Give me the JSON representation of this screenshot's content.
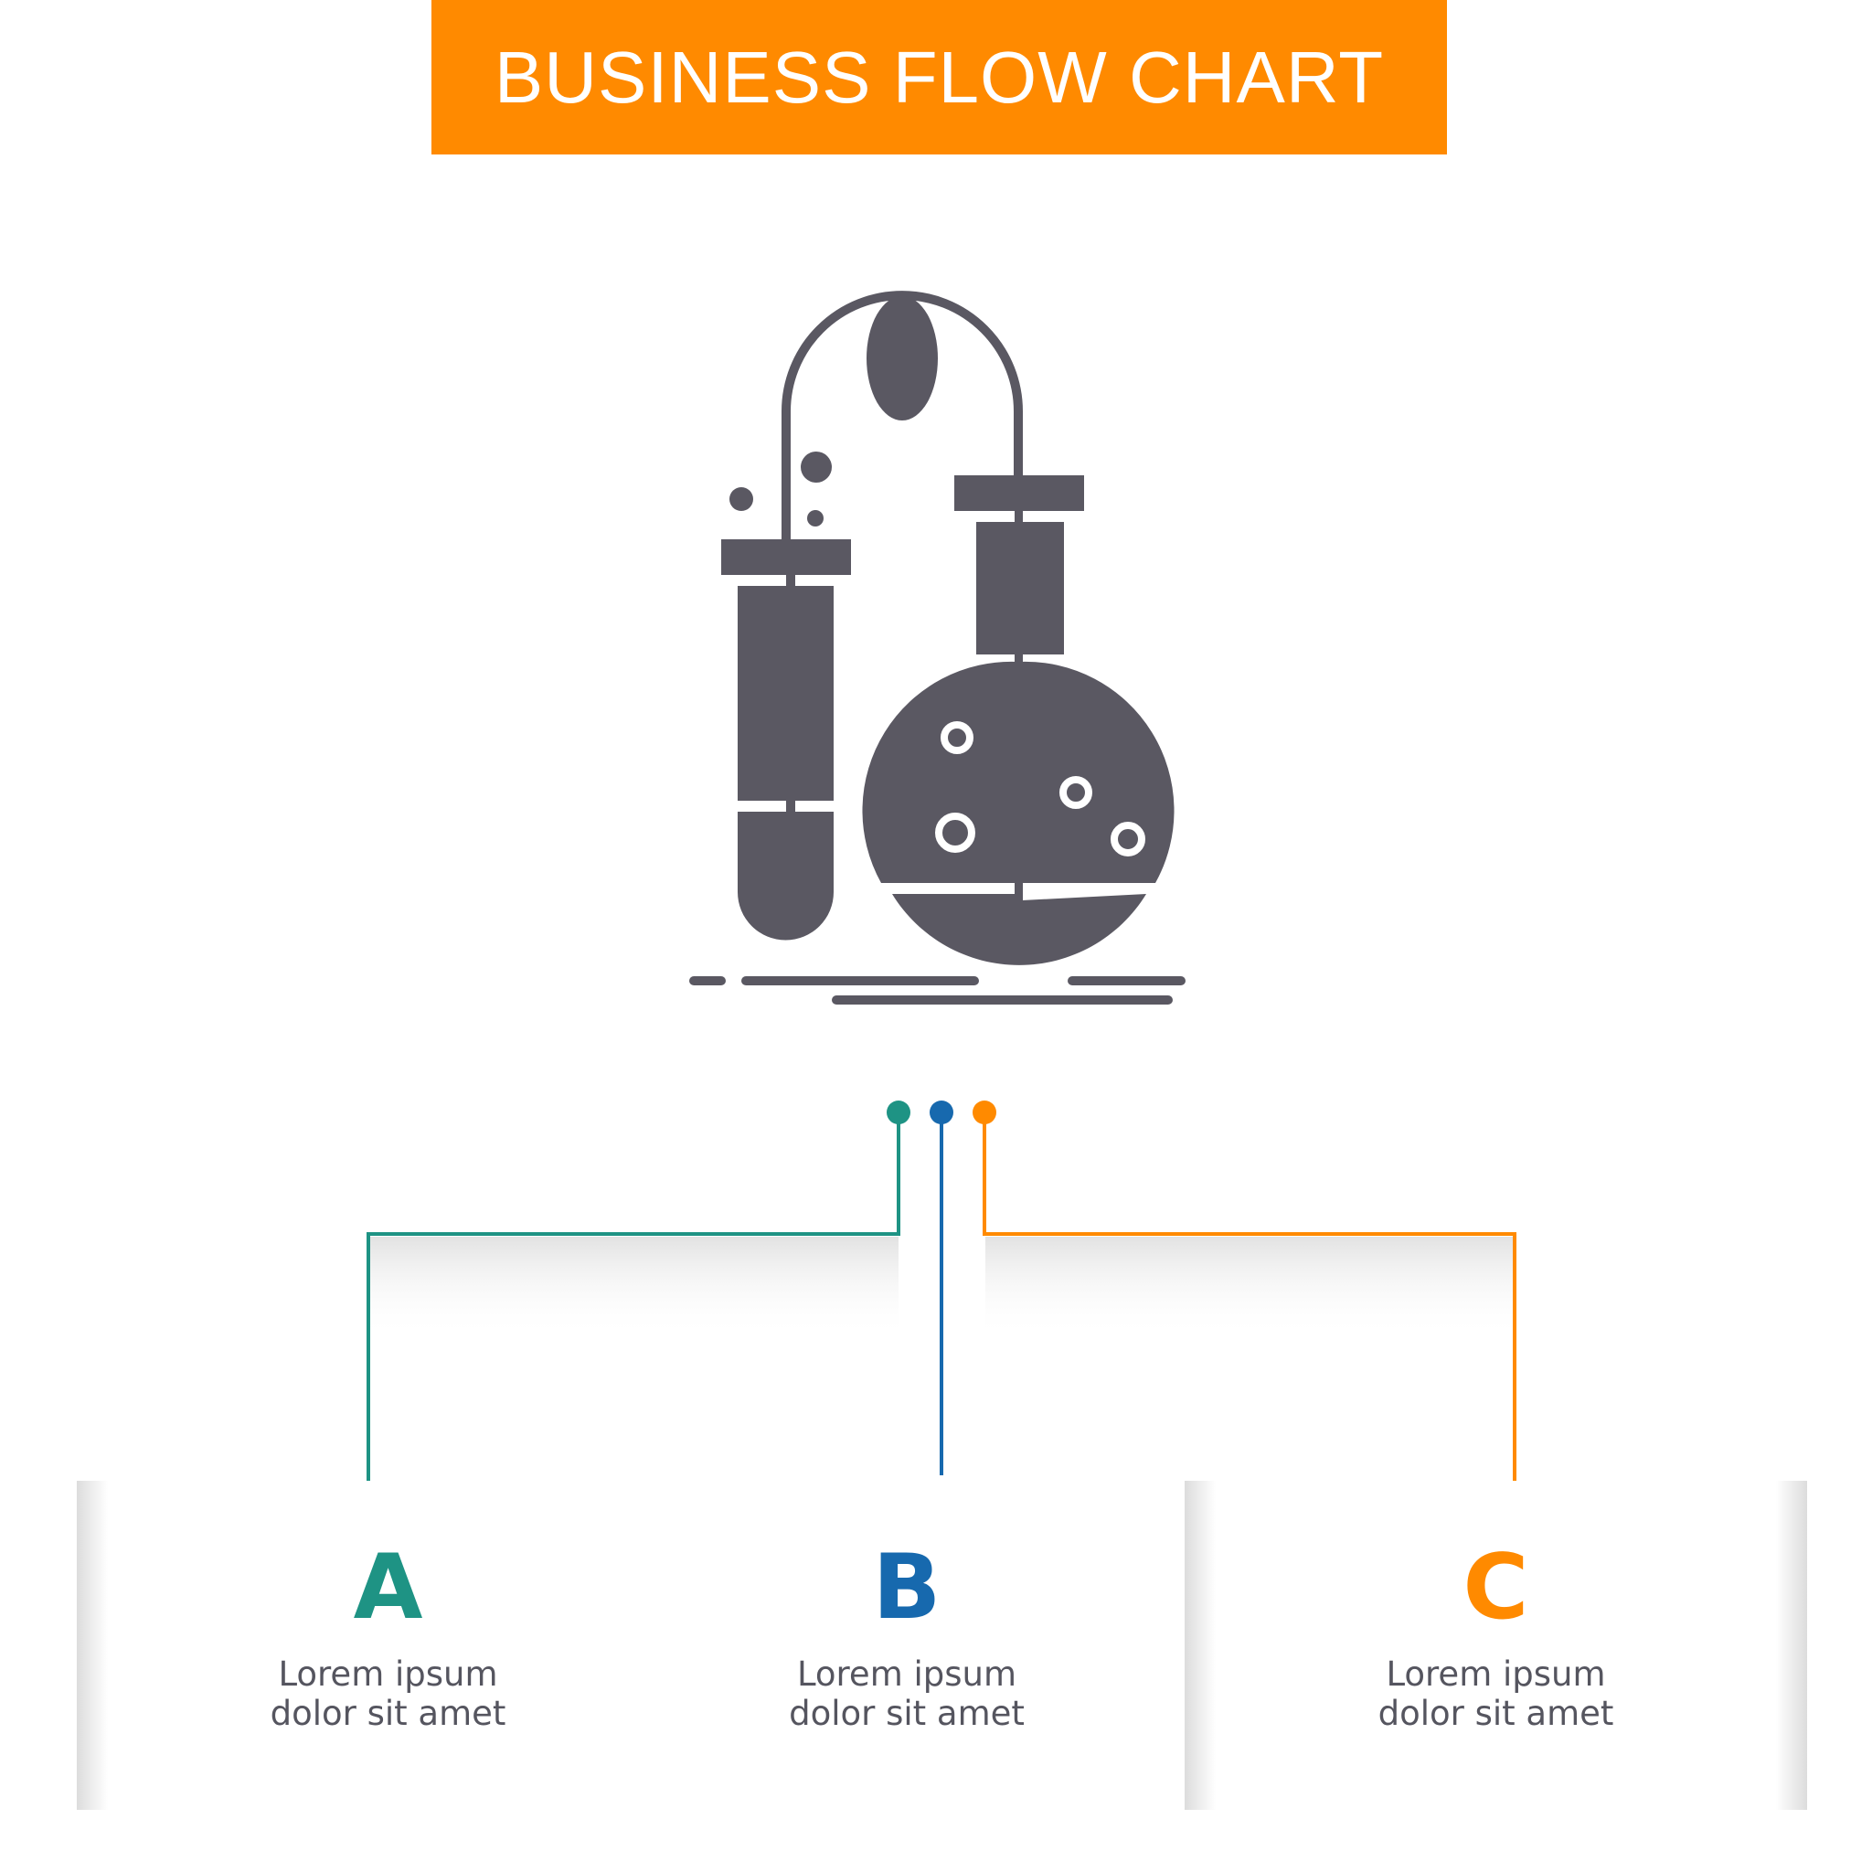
{
  "title": "BUSINESS FLOW CHART",
  "colors": {
    "banner": "#FF8A00",
    "icon": "#5A5862",
    "teal": "#1E9384",
    "blue": "#1769AE",
    "orange": "#FF8A00",
    "text": "#55555F"
  },
  "icon": {
    "name": "chemistry-flask-test-tube-icon"
  },
  "steps": [
    {
      "letter": "A",
      "line1": "Lorem ipsum",
      "line2": "dolor sit amet",
      "color": "#1E9384"
    },
    {
      "letter": "B",
      "line1": "Lorem ipsum",
      "line2": "dolor sit amet",
      "color": "#1769AE"
    },
    {
      "letter": "C",
      "line1": "Lorem ipsum",
      "line2": "dolor sit amet",
      "color": "#FF8A00"
    }
  ]
}
